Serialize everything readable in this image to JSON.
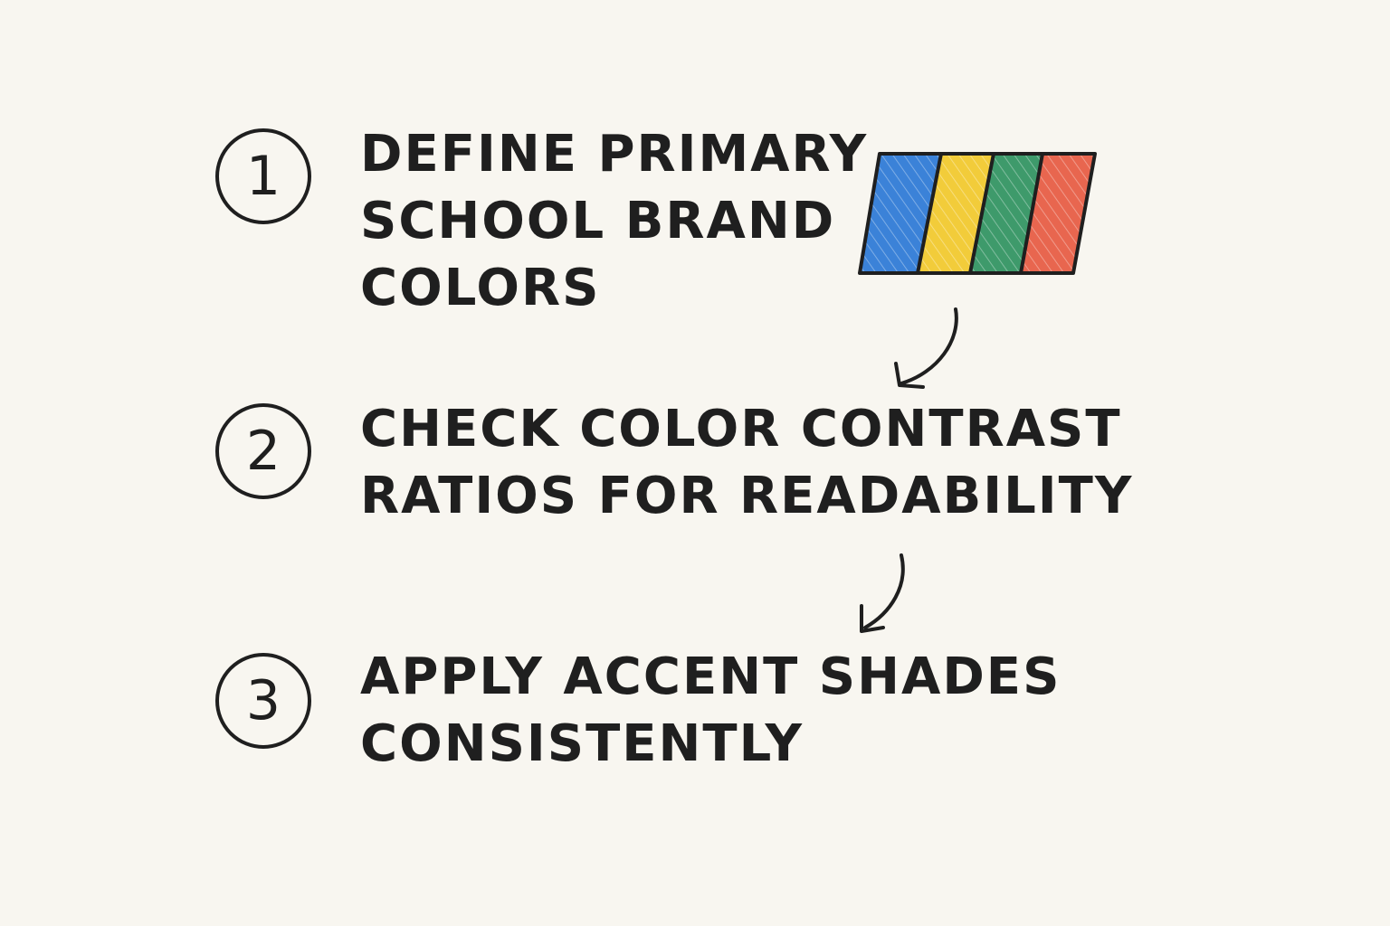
{
  "steps": [
    {
      "number": "1",
      "lines": [
        "Define primary",
        "school brand",
        "colors"
      ]
    },
    {
      "number": "2",
      "lines": [
        "Check color contrast",
        "ratios for readability"
      ]
    },
    {
      "number": "3",
      "lines": [
        "Apply accent shades",
        "consistently"
      ]
    }
  ],
  "palette": {
    "swatches": [
      {
        "name": "blue",
        "color": "#3b82d8"
      },
      {
        "name": "yellow",
        "color": "#f2cc3a"
      },
      {
        "name": "green",
        "color": "#3e9a6b"
      },
      {
        "name": "red",
        "color": "#e8664f"
      }
    ]
  },
  "colors": {
    "background": "#f8f6f0",
    "ink": "#1f1f1f"
  },
  "icons": [
    "color-swatch-icon",
    "arrow-icon"
  ]
}
